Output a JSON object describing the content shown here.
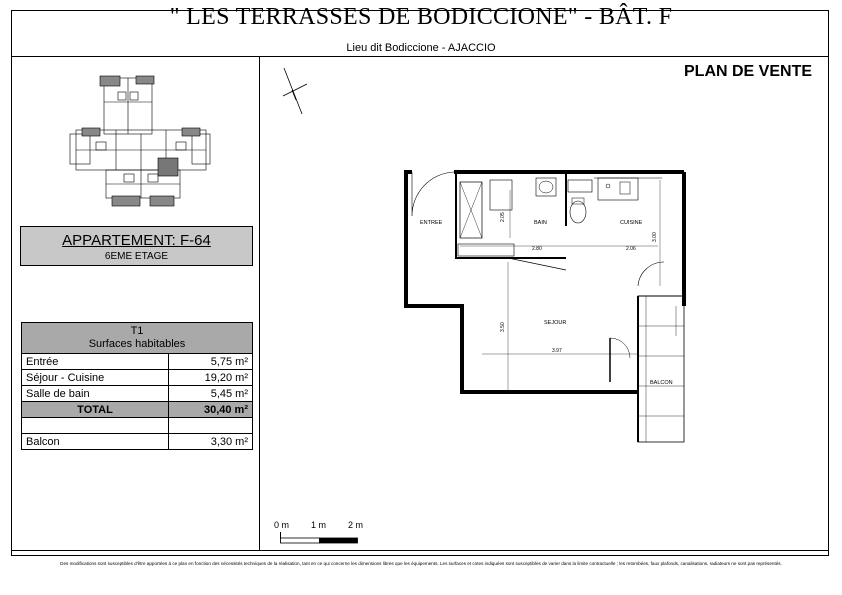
{
  "header": {
    "title": "\" LES TERRASSES DE BODICCIONE\"  - BÂT.  F",
    "subtitle": "Lieu dit Bodiccione - AJACCIO"
  },
  "plan_title": "PLAN DE VENTE",
  "apartment": {
    "name": "APPARTEMENT: F-64",
    "floor": "6EME ETAGE"
  },
  "surfaces": {
    "type": "T1",
    "heading": "Surfaces habitables",
    "rows": [
      {
        "label": "Entrée",
        "value": "5,75 m²"
      },
      {
        "label": "Séjour - Cuisine",
        "value": "19,20 m²"
      },
      {
        "label": "Salle de bain",
        "value": "5,45 m²"
      }
    ],
    "total_label": "TOTAL",
    "total_value": "30,40 m²",
    "balcony_label": "Balcon",
    "balcony_value": "3,30 m²"
  },
  "plan": {
    "rooms": {
      "entree": "ENTREE",
      "bain": "BAIN",
      "cuisine": "CUISINE",
      "sejour": "SEJOUR",
      "balcon": "BALCON"
    },
    "dimensions": {
      "d1": "2.05",
      "d2": "2.80",
      "d3": "2.06",
      "d4": "3.00",
      "d5": "3.50",
      "d6": "3.97"
    }
  },
  "scale": {
    "labels": [
      "0 m",
      "1 m",
      "2 m"
    ]
  },
  "footer": "Des modifications sont susceptibles d'être apportées à ce plan en fonction des nécessités techniques de la réalisation, tant en ce qui concerne les dimensions libres que les équipements. Les surfaces et cotes indiquées sont susceptibles de varier dans la limite contractuelle ; les retombées, faux plafonds, canalisations, radiateurs ne sont pas représentés."
}
